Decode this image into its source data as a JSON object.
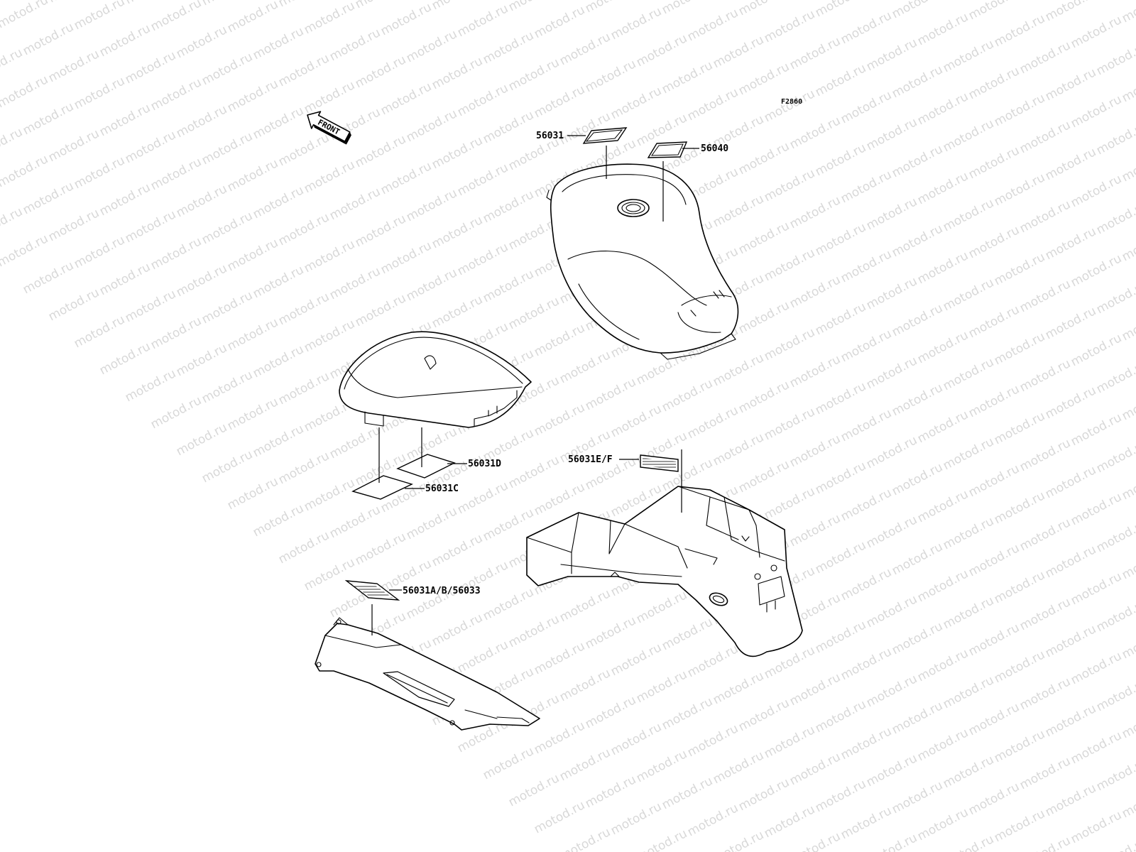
{
  "watermark": {
    "text": "motod.ru"
  },
  "figure_code": "F2860",
  "front_arrow": {
    "label": "FRONT"
  },
  "parts": {
    "fuel_tank_decals": [
      {
        "id": "left",
        "label": "56031"
      },
      {
        "id": "right",
        "label": "56040"
      }
    ],
    "seat_decals": [
      {
        "id": "upper",
        "label": "56031D"
      },
      {
        "id": "lower",
        "label": "56031C"
      }
    ],
    "fender_decal": {
      "label": "56031E/F"
    },
    "chain_guard_decal": {
      "label": "56031A/B/56033"
    }
  }
}
